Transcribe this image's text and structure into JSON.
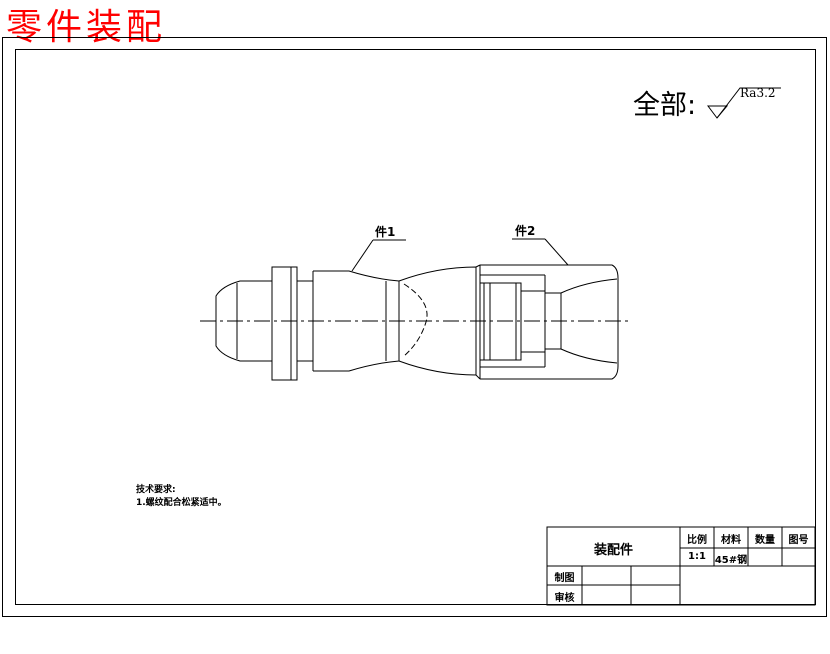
{
  "page_title": "零件装配",
  "roughness": {
    "prefix": "全部:",
    "value": "Ra3.2"
  },
  "callouts": {
    "part1": "件1",
    "part2": "件2"
  },
  "notes": {
    "heading": "技术要求:",
    "line1": "1.螺纹配合松紧适中。"
  },
  "title_block": {
    "name": "装配件",
    "ratio_label": "比例",
    "material_label": "材料",
    "quantity_label": "数量",
    "drawing_no_label": "图号",
    "ratio_value": "1:1",
    "material_value": "45#钢",
    "drafter_label": "制图",
    "reviewer_label": "审核"
  }
}
